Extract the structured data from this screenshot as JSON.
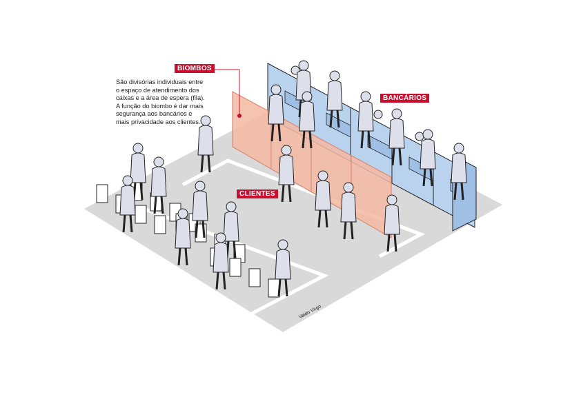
{
  "labels": {
    "biombos": "BIOMBOS",
    "bancarios": "BANCÁRIOS",
    "clientes": "CLIENTES"
  },
  "description": "São divisórias individuais entre o espaço de atendimento dos caixas e a área de espera (fila). A função do biombo é dar mais segurança aos bancários e mais privacidade aos clientes.",
  "credit": "Valdo Virgo",
  "colors": {
    "accent": "#c8102e",
    "floor": "#d9d9d9",
    "screen": "#f4b9a3",
    "booth": "#b9d3ee",
    "person": "#dde0ea"
  }
}
